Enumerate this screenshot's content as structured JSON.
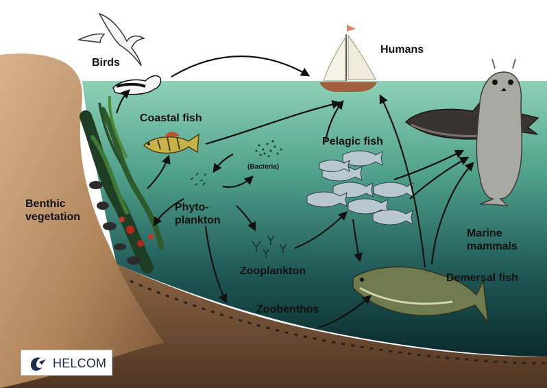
{
  "labels": {
    "birds": "Birds",
    "humans": "Humans",
    "coastal_fish": "Coastal fish",
    "pelagic_fish": "Pelagic fish",
    "bacteria": "(Bacteria)",
    "phytoplankton": "Phyto-\nplankton",
    "benthic_vegetation": "Benthic\nvegetation",
    "marine_mammals": "Marine\nmammals",
    "zooplankton": "Zooplankton",
    "demersal_fish": "Demersal fish",
    "zoobenthos": "Zoobenthos"
  },
  "logo": {
    "text": "HELCOM"
  },
  "colors": {
    "sky": "#ffffff",
    "water_surface": "#79c2ab",
    "water_deep": "#0b2a2c",
    "seabed": "#7a5a3e",
    "shore": "#c9a07a",
    "arrow": "#111111"
  }
}
